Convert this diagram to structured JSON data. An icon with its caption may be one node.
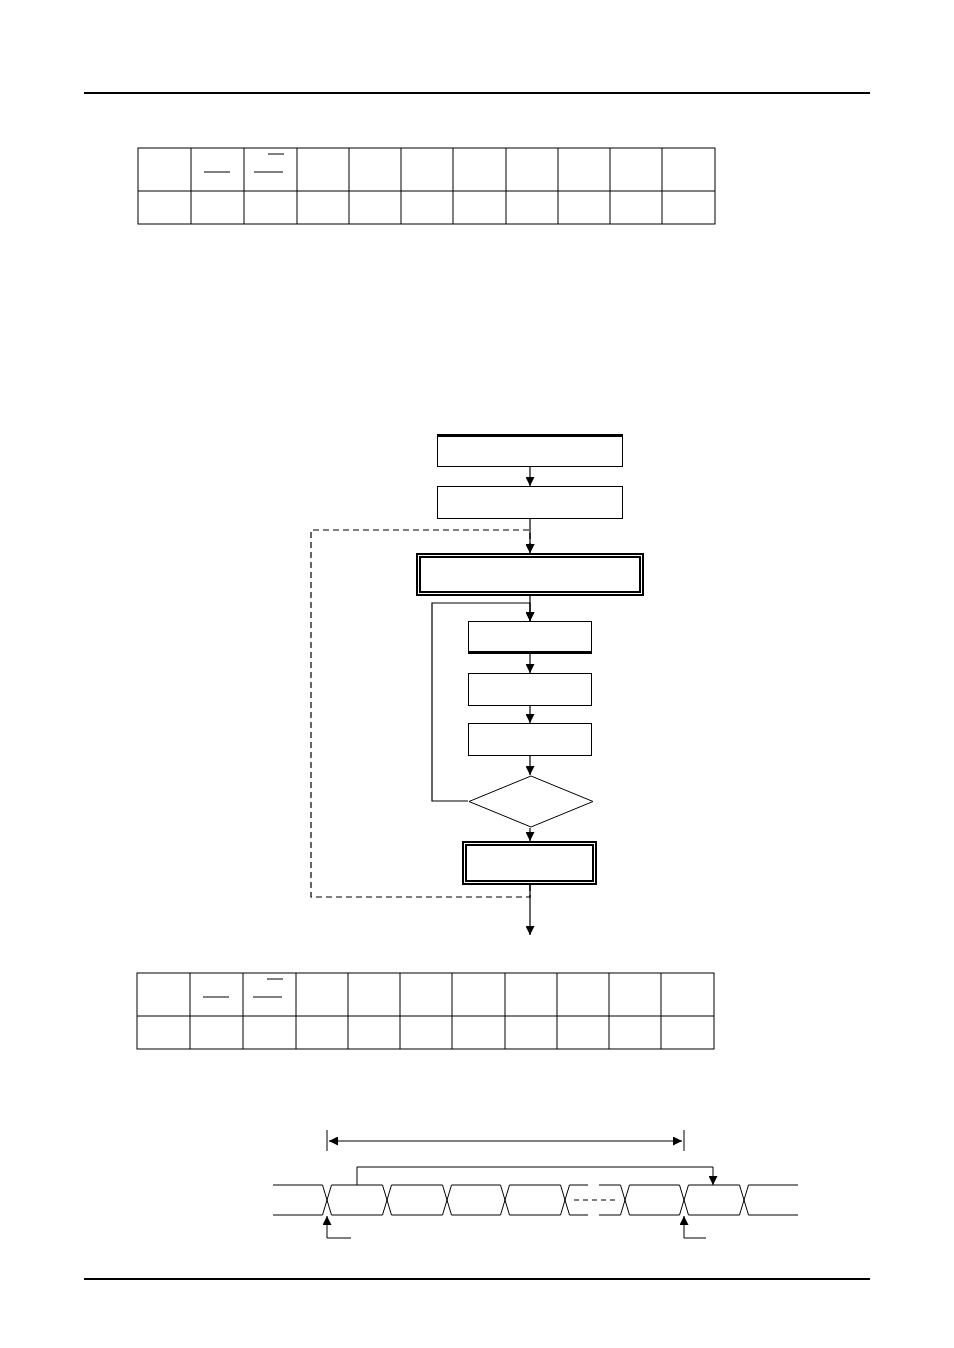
{
  "diagram": {
    "nodes": [
      {
        "text": [],
        "shape": "box"
      },
      {
        "text": [],
        "shape": "box"
      },
      {
        "text": [],
        "shape": "box"
      },
      {
        "text": [],
        "shape": "box"
      },
      {
        "text": [],
        "shape": "box"
      },
      {
        "text": [],
        "shape": "box"
      },
      {
        "text": [],
        "shape": "diamond"
      },
      {
        "text": [],
        "shape": "box"
      }
    ],
    "edges": [
      {
        "from": 0,
        "to": 1,
        "arrow": "to"
      },
      {
        "from": 1,
        "to": 2,
        "arrow": "to"
      },
      {
        "from": 2,
        "to": 3,
        "arrow": "to"
      },
      {
        "from": 3,
        "to": 4,
        "arrow": "to"
      },
      {
        "from": 4,
        "to": 5,
        "arrow": "to"
      },
      {
        "from": 5,
        "to": 6,
        "arrow": "to"
      },
      {
        "from": 6,
        "to": 7,
        "arrow": "to"
      },
      {
        "from": 6,
        "to": 3,
        "arrow": "to"
      },
      {
        "from": 7,
        "to": 2,
        "arrow": "to",
        "style": "dashed"
      },
      {
        "from": 7,
        "to": null,
        "arrow": "to"
      }
    ]
  }
}
